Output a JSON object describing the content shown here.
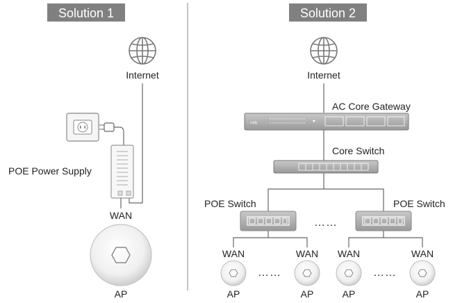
{
  "solution1": {
    "header": "Solution 1",
    "internet_label": "Internet",
    "poe_supply_label": "POE Power Supply",
    "wan_label": "WAN",
    "ap_label": "AP"
  },
  "solution2": {
    "header": "Solution 2",
    "internet_label": "Internet",
    "gateway_label": "AC Core Gateway",
    "core_switch_label": "Core Switch",
    "poe_switch_left_label": "POE Switch",
    "poe_switch_right_label": "POE Switch",
    "switch_ellipsis": "……",
    "wan_labels": [
      "WAN",
      "WAN",
      "WAN",
      "WAN"
    ],
    "ap_labels": [
      "AP",
      "AP",
      "AP",
      "AP"
    ],
    "ap_ellipsis_left": "……",
    "ap_ellipsis_right": "……"
  },
  "colors": {
    "header_bg": "#808080",
    "device_gray": "#a0a0a0",
    "line": "#555555"
  },
  "icons": {
    "internet": "globe-icon",
    "outlet": "power-outlet-icon",
    "access_point": "access-point-icon"
  }
}
